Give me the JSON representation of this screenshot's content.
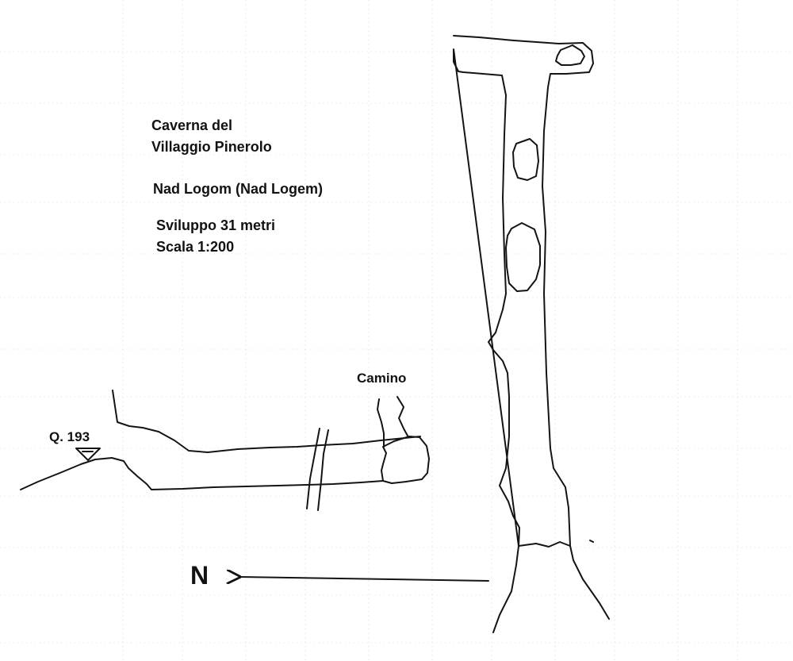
{
  "survey": {
    "cave_name_line1": "Caverna del",
    "cave_name_line2": "Villaggio Pinerolo",
    "alt_name": "Nad Logom (Nad Logem)",
    "development": "Sviluppo 31 metri",
    "scale": "Scala 1:200"
  },
  "labels": {
    "chimney": "Camino",
    "elevation": "Q. 193",
    "north": "N"
  },
  "colors": {
    "ink": "#141414",
    "paper": "#ffffff",
    "grid": "#d4d4d4"
  },
  "icons": {
    "elevation_marker": "inverted-triangle-benchmark-icon",
    "north_arrow": "left-arrow-icon"
  }
}
